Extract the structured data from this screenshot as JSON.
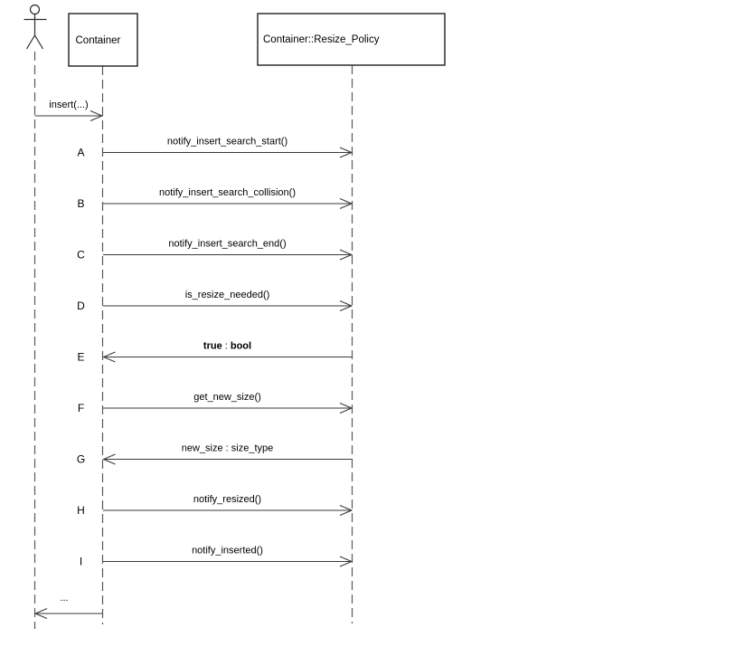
{
  "diagram": {
    "kind": "uml-sequence-diagram",
    "icons": {
      "actor": "stick-figure-actor-icon"
    },
    "objects": {
      "container": {
        "label": "Container"
      },
      "resize_policy": {
        "label": "Container::Resize_Policy"
      }
    },
    "messages": [
      {
        "id": "",
        "label": "insert(...)",
        "from": "actor",
        "to": "Container"
      },
      {
        "id": "A",
        "label": "notify_insert_search_start()",
        "from": "Container",
        "to": "Container::Resize_Policy"
      },
      {
        "id": "B",
        "label": "notify_insert_search_collision()",
        "from": "Container",
        "to": "Container::Resize_Policy"
      },
      {
        "id": "C",
        "label": "notify_insert_search_end()",
        "from": "Container",
        "to": "Container::Resize_Policy"
      },
      {
        "id": "D",
        "label": "is_resize_needed()",
        "from": "Container",
        "to": "Container::Resize_Policy"
      },
      {
        "id": "E",
        "label": "true : bool",
        "label_value": "true",
        "label_sep": " : ",
        "label_type": "bool",
        "from": "Container::Resize_Policy",
        "to": "Container"
      },
      {
        "id": "F",
        "label": "get_new_size()",
        "from": "Container",
        "to": "Container::Resize_Policy"
      },
      {
        "id": "G",
        "label": "new_size : size_type",
        "from": "Container::Resize_Policy",
        "to": "Container"
      },
      {
        "id": "H",
        "label": "notify_resized()",
        "from": "Container",
        "to": "Container::Resize_Policy"
      },
      {
        "id": "I",
        "label": "notify_inserted()",
        "from": "Container",
        "to": "Container::Resize_Policy"
      },
      {
        "id": "",
        "label": "...",
        "from": "Container",
        "to": "actor"
      }
    ],
    "colors": {
      "background": "#ffffff",
      "line": "#3a3a3a",
      "lifeline": "#5a5a5a",
      "box_border": "#1f1f1f",
      "text": "#000000"
    }
  }
}
